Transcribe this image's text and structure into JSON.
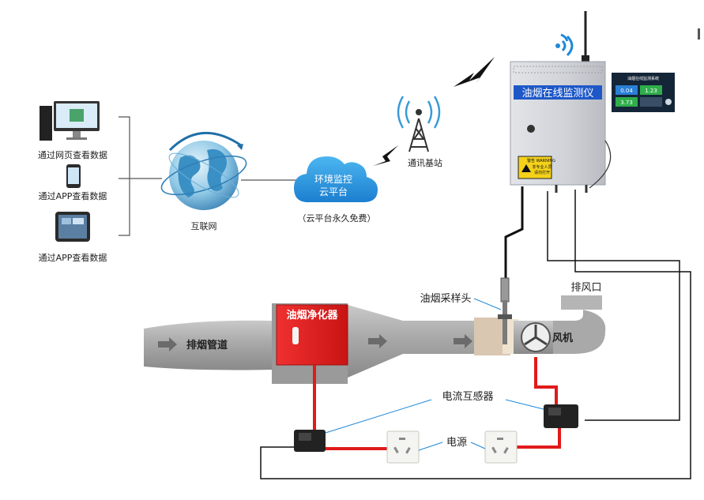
{
  "clients": {
    "web": "通过网页查看数据",
    "app_phone": "通过APP查看数据",
    "app_tablet": "通过APP查看数据"
  },
  "internet": "互联网",
  "cloud": {
    "line1": "环境监控",
    "line2": "云平台",
    "note": "（云平台永久免费）"
  },
  "base_station": "通讯基站",
  "monitor": {
    "title": "油烟在线监测仪",
    "warning_header": "警告 WARNING",
    "warning_line1": "非专业人员",
    "warning_line2": "请勿打开"
  },
  "screen": {
    "header": "油烟在线监测系统",
    "values": [
      "0.04",
      "1.23",
      "3.73"
    ]
  },
  "duct": {
    "exhaust_pipe": "排烟管道",
    "purifier": "油烟净化器",
    "probe": "油烟采样头",
    "outlet": "排风口",
    "fan": "风机"
  },
  "electrical": {
    "ct": "电流互感器",
    "power": "电源"
  },
  "colors": {
    "accent_blue": "#1e88d8",
    "purifier_red": "#e02020",
    "wire_red": "#e11a1a",
    "duct_grey": "#b5b5b5"
  }
}
